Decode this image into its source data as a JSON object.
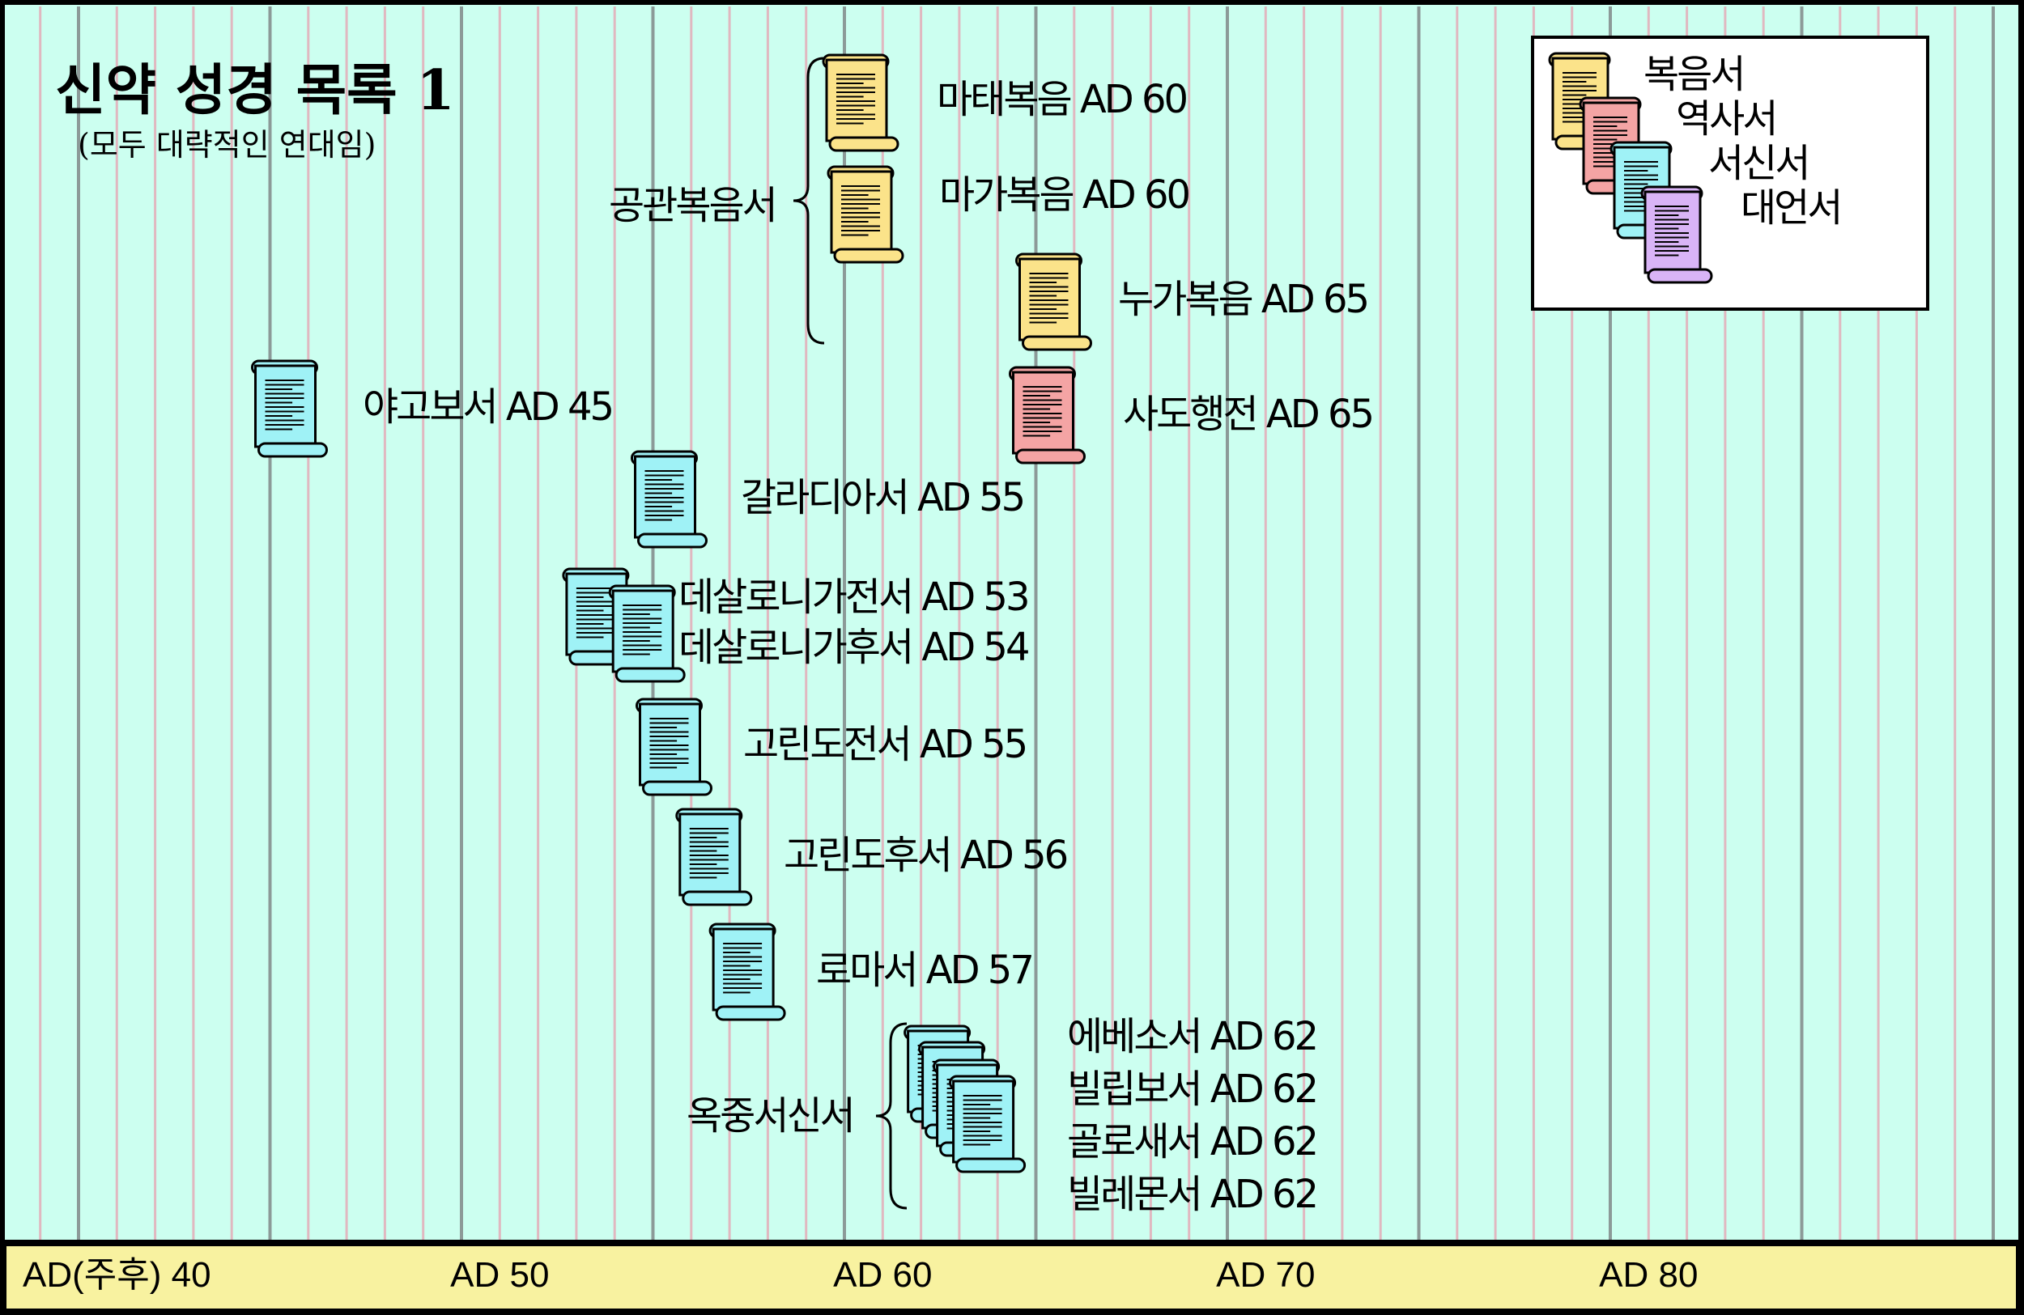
{
  "title": "신약 성경 목록 1",
  "subtitle": "(모두 대략적인 연대임)",
  "colors": {
    "background": "#ccfff0",
    "axis_band": "#f8f2a0",
    "gospel": "#fbe38a",
    "history": "#f4a4a4",
    "epistle": "#9ff2f6",
    "prophecy": "#d9b4f6",
    "grid_major": "#8c9a98",
    "grid_minor": "#e0b8c0"
  },
  "axis": {
    "ticks": [
      {
        "year": 40,
        "label": "AD(주후) 40"
      },
      {
        "year": 50,
        "label": "AD 50"
      },
      {
        "year": 60,
        "label": "AD 60"
      },
      {
        "year": 70,
        "label": "AD 70"
      },
      {
        "year": 80,
        "label": "AD 80"
      }
    ]
  },
  "groups": [
    {
      "label": "공관복음서"
    },
    {
      "label": "옥중서신서"
    }
  ],
  "legend": [
    {
      "label": "복음서",
      "category": "gospel"
    },
    {
      "label": "역사서",
      "category": "history"
    },
    {
      "label": "서신서",
      "category": "epistle"
    },
    {
      "label": "대언서",
      "category": "prophecy"
    }
  ],
  "books": [
    {
      "label": "마태복음 AD 60",
      "year": 60,
      "category": "gospel"
    },
    {
      "label": "마가복음 AD 60",
      "year": 60,
      "category": "gospel"
    },
    {
      "label": "누가복음 AD 65",
      "year": 65,
      "category": "gospel"
    },
    {
      "label": "사도행전 AD 65",
      "year": 65,
      "category": "history"
    },
    {
      "label": "야고보서 AD 45",
      "year": 45,
      "category": "epistle"
    },
    {
      "label": "갈라디아서 AD 55",
      "year": 55,
      "category": "epistle"
    },
    {
      "label": "데살로니가전서 AD 53",
      "year": 53,
      "category": "epistle"
    },
    {
      "label": "데살로니가후서 AD 54",
      "year": 54,
      "category": "epistle"
    },
    {
      "label": "고린도전서 AD 55",
      "year": 55,
      "category": "epistle"
    },
    {
      "label": "고린도후서 AD 56",
      "year": 56,
      "category": "epistle"
    },
    {
      "label": "로마서 AD 57",
      "year": 57,
      "category": "epistle"
    },
    {
      "label": "에베소서 AD 62",
      "year": 62,
      "category": "epistle"
    },
    {
      "label": "빌립보서 AD 62",
      "year": 62,
      "category": "epistle"
    },
    {
      "label": "골로새서 AD 62",
      "year": 62,
      "category": "epistle"
    },
    {
      "label": "빌레몬서 AD 62",
      "year": 62,
      "category": "epistle"
    }
  ]
}
